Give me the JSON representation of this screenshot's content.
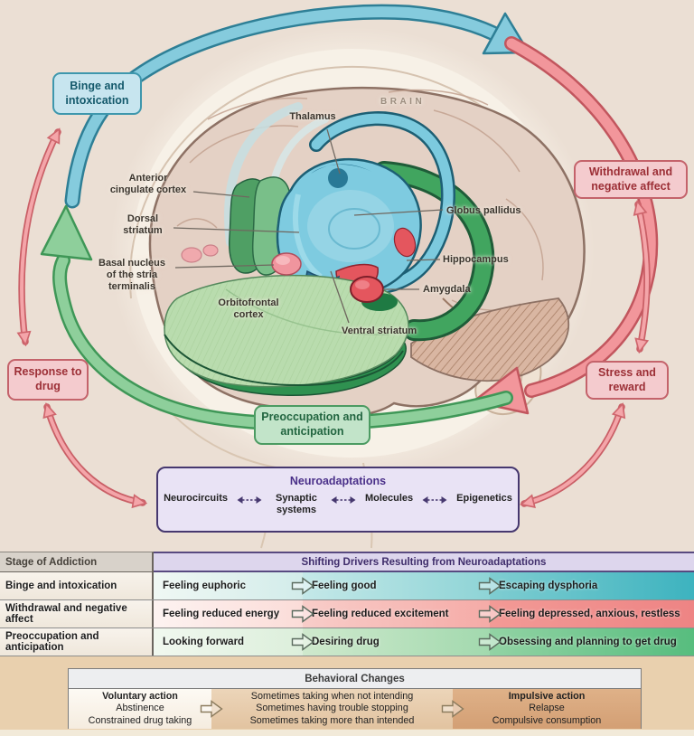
{
  "figure": {
    "brain_caption": "BRAIN",
    "stages": {
      "binge": "Binge and intoxication",
      "withdrawal": "Withdrawal and negative affect",
      "preoccupation": "Preoccupation and anticipation"
    },
    "side_nodes": {
      "response": "Response to drug",
      "stress": "Stress and reward"
    },
    "brain_labels": {
      "thalamus": "Thalamus",
      "anterior_cingulate": "Anterior cingulate cortex",
      "dorsal_striatum": "Dorsal striatum",
      "basal_nucleus": "Basal nucleus of the stria terminalis",
      "orbitofrontal": "Orbitofrontal cortex",
      "globus_pallidus": "Globus pallidus",
      "hippocampus": "Hippocampus",
      "amygdala": "Amygdala",
      "ventral_striatum": "Ventral striatum"
    },
    "neuroadaptations": {
      "title": "Neuroadaptations",
      "items": [
        "Neurocircuits",
        "Synaptic systems",
        "Molecules",
        "Epigenetics"
      ]
    }
  },
  "table": {
    "col_header_stage": "Stage of Addiction",
    "col_header_drivers": "Shifting Drivers Resulting from Neuroadaptations",
    "rows": [
      {
        "stage": "Binge and intoxication",
        "drivers": [
          "Feeling euphoric",
          "Feeling good",
          "Escaping dysphoria"
        ]
      },
      {
        "stage": "Withdrawal and negative affect",
        "drivers": [
          "Feeling reduced energy",
          "Feeling reduced excitement",
          "Feeling depressed, anxious, restless"
        ]
      },
      {
        "stage": "Preoccupation and anticipation",
        "drivers": [
          "Looking forward",
          "Desiring drug",
          "Obsessing and planning to get drug"
        ]
      }
    ]
  },
  "behavioral": {
    "title": "Behavioral Changes",
    "voluntary": {
      "title": "Voluntary action",
      "lines": [
        "Abstinence",
        "Constrained drug taking"
      ]
    },
    "middle": {
      "lines": [
        "Sometimes taking when not intending",
        "Sometimes having trouble stopping",
        "Sometimes taking more than intended"
      ]
    },
    "impulsive": {
      "title": "Impulsive action",
      "lines": [
        "Relapse",
        "Compulsive consumption"
      ]
    }
  },
  "colors": {
    "cycle_blue": "#85cbdd",
    "cycle_pink": "#f2969b",
    "cycle_green": "#8ecf9b",
    "neuro_purple": "#46386f",
    "background_top": "#ebdfd4",
    "background_bottom": "#e9d0ae"
  }
}
